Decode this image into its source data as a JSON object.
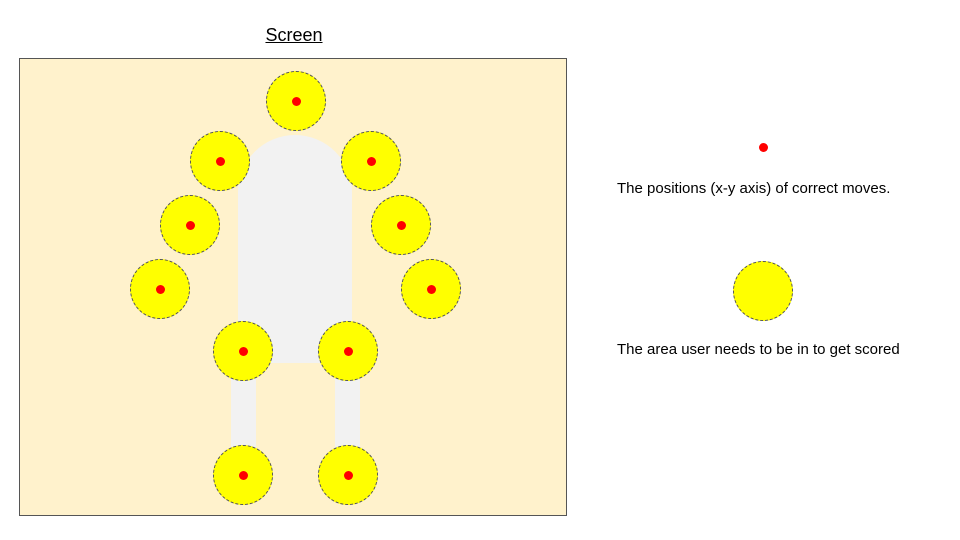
{
  "title": "Screen",
  "legend": {
    "dot_label": "The positions (x-y axis) of correct moves.",
    "zone_label": "The area user needs to be in to get scored"
  },
  "colors": {
    "screen_bg": "#fff2cc",
    "body": "#f2f2f2",
    "zone": "#ffff00",
    "position_dot": "#ff0000"
  }
}
